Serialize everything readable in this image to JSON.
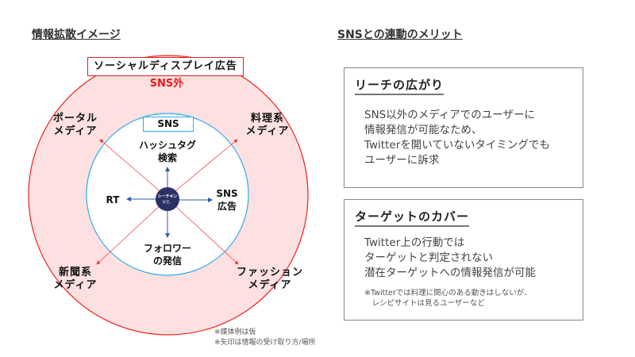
{
  "left": {
    "heading": "情報拡散イメージ",
    "social_box": "ソーシャルディスプレイ広告",
    "outside": "SNS外",
    "sns_box": "SNS",
    "center_logo": [
      "シーチキン",
      "食堂。"
    ],
    "inner": {
      "top": [
        "ハッシュタグ",
        "検索"
      ],
      "left": "RT",
      "right": [
        "SNS",
        "広告"
      ],
      "bottom": [
        "フォロワー",
        "の発信"
      ]
    },
    "outer": {
      "tl": [
        "ポータル",
        "メディア"
      ],
      "tr": [
        "料理系",
        "メディア"
      ],
      "bl": [
        "新聞系",
        "メディア"
      ],
      "br": [
        "ファッション",
        "メディア"
      ]
    },
    "notes": [
      "※媒体例は仮",
      "※矢印は情報の受け取り方/場所"
    ]
  },
  "right": {
    "heading": "SNSとの連動のメリット",
    "panels": [
      {
        "title": "リーチの広がり",
        "lines": [
          "SNS以外のメディアでのユーザーに",
          "情報発信が可能なため、",
          "Twitterを開いていないタイミングでも",
          "ユーザーに訴求"
        ]
      },
      {
        "title": "ターゲットのカバー",
        "lines": [
          "Twitter上の行動では",
          "ターゲットと判定されない",
          "潜在ターゲットへの情報発信が可能"
        ],
        "note": [
          "※Twitterでは料理に関心のある動きはしないが、",
          "　レシピサイトは見るユーザーなど"
        ]
      }
    ]
  },
  "colors": {
    "outer_fill": "#fde0e0",
    "outer_stroke": "#ee2222",
    "inner_stroke": "#33aaee",
    "center": "#2a3166",
    "blue_arrow": "#2a5aa8",
    "red_arrow": "#ee4444"
  }
}
